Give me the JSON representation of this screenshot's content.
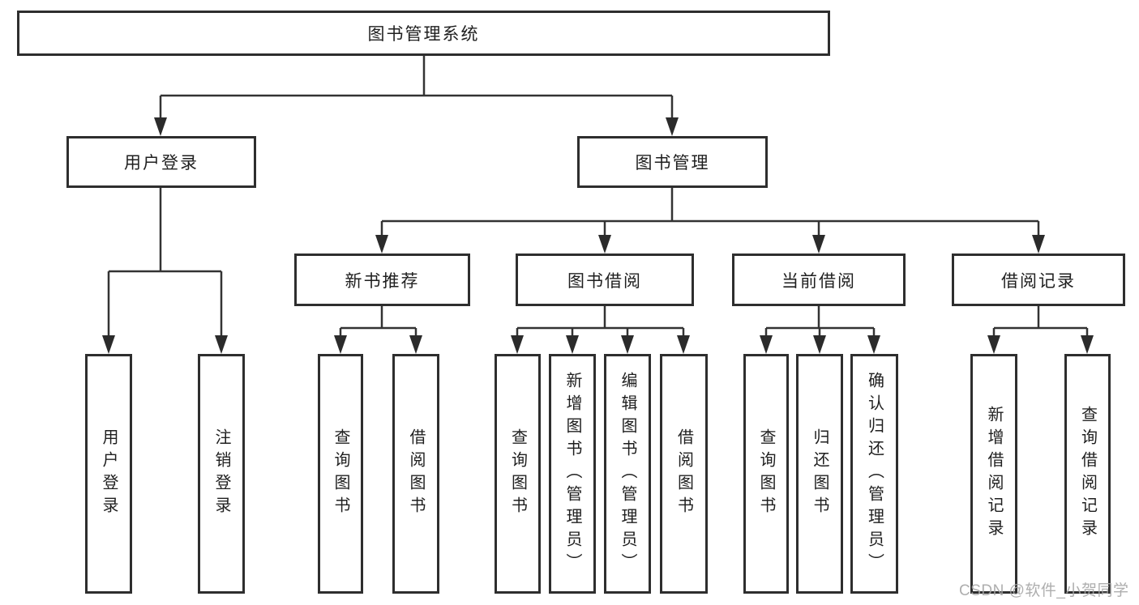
{
  "tree": {
    "root": "图书管理系统",
    "branches": [
      {
        "label": "用户登录",
        "children": [
          "用户登录",
          "注销登录"
        ]
      },
      {
        "label": "图书管理",
        "groups": [
          {
            "label": "新书推荐",
            "children": [
              "查询图书",
              "借阅图书"
            ]
          },
          {
            "label": "图书借阅",
            "children": [
              "查询图书",
              "新增图书（管理员）",
              "编辑图书（管理员）",
              "借阅图书"
            ]
          },
          {
            "label": "当前借阅",
            "children": [
              "查询图书",
              "归还图书",
              "确认归还（管理员）"
            ]
          },
          {
            "label": "借阅记录",
            "children": [
              "新增借阅记录",
              "查询借阅记录"
            ]
          }
        ]
      }
    ]
  },
  "watermark": "CSDN @软件_小贺同学",
  "colors": {
    "line": "#333333",
    "box_border": "#2e2e2e",
    "text": "#1f1f1f",
    "watermark": "#a5a5a5",
    "background": "#ffffff"
  }
}
